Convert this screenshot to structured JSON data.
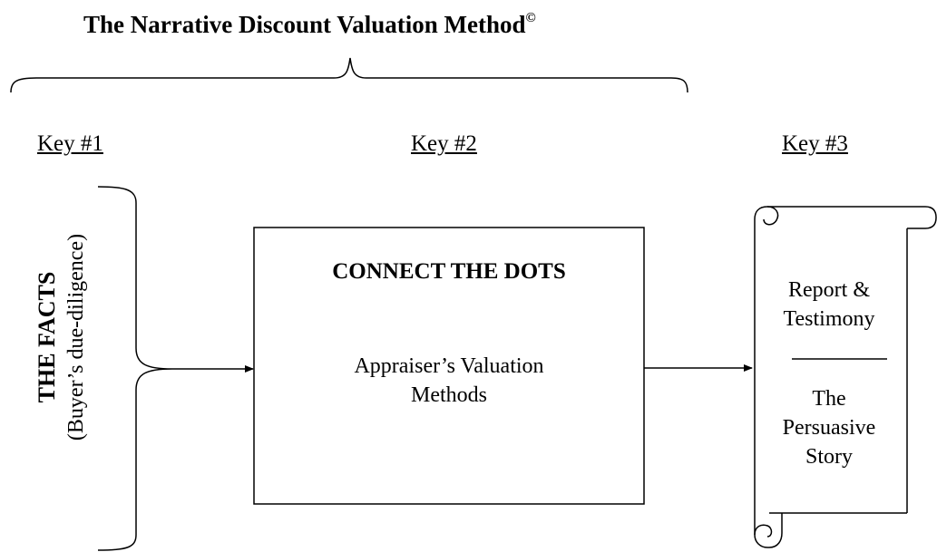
{
  "diagram": {
    "title": "The Narrative Discount Valuation Method",
    "title_mark": "©",
    "keys": [
      "Key #1",
      "Key #2",
      "Key #3"
    ],
    "facts": {
      "title": "THE FACTS",
      "subtitle": "(Buyer’s due-diligence)"
    },
    "center_box": {
      "heading": "CONNECT THE DOTS",
      "body_line1": "Appraiser’s Valuation",
      "body_line2": "Methods"
    },
    "scroll": {
      "top_line1": "Report &",
      "top_line2": "Testimony",
      "bottom_line1": "The",
      "bottom_line2": "Persuasive",
      "bottom_line3": "Story"
    },
    "colors": {
      "ink": "#000000",
      "background": "#ffffff"
    }
  }
}
